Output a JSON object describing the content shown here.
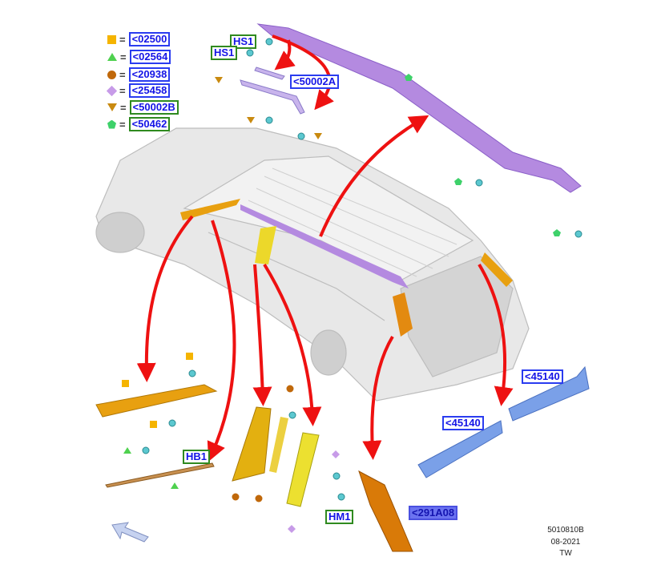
{
  "legend": [
    {
      "symbol": "square",
      "color": "#f5b400",
      "label": "<02500",
      "box": "blue"
    },
    {
      "symbol": "triangle-up",
      "color": "#4fd14f",
      "label": "<02564",
      "box": "blue"
    },
    {
      "symbol": "circle",
      "color": "#c0680a",
      "label": "<20938",
      "box": "blue"
    },
    {
      "symbol": "diamond",
      "color": "#c79be8",
      "label": "<25458",
      "box": "blue"
    },
    {
      "symbol": "triangle-down",
      "color": "#c98a10",
      "label": "<50002B",
      "box": "green"
    },
    {
      "symbol": "pentagon",
      "color": "#3ed16a",
      "label": "<50462",
      "box": "green"
    }
  ],
  "equals": "=",
  "callouts": {
    "hs1_a": "HS1",
    "hs1_b": "HS1",
    "c50002a": "<50002A",
    "hb1": "HB1",
    "hm1": "HM1",
    "c291a08": "<291A08",
    "c45140_a": "<45140",
    "c45140_b": "<45140"
  },
  "footer": {
    "code": "5010810B",
    "date": "08-2021",
    "initials": "TW"
  },
  "colors": {
    "arrow": "#ee1111",
    "roof_rail": "#b48ae0",
    "trim_orange": "#e3a013",
    "trim_yellow": "#e8d820",
    "panel_blue": "#7aa0e8",
    "car": "#e6e6e6"
  }
}
